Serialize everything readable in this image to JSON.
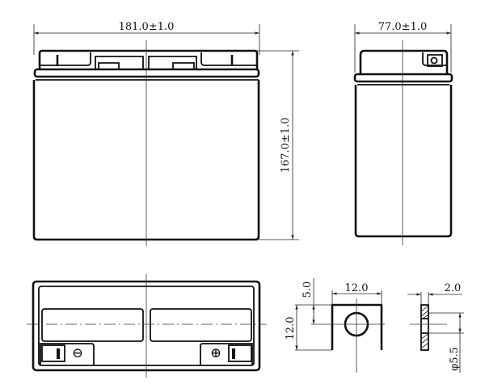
{
  "drawing": {
    "subject": "Battery dimension drawing",
    "views": {
      "front": {
        "width_label": "181.0±1.0",
        "height_label": "167.0±1.0"
      },
      "side": {
        "width_label": "77.0±1.0"
      },
      "top": {
        "negative_symbol": "⊖",
        "positive_symbol": "⊕"
      },
      "terminal_front": {
        "width_label": "12.0",
        "height_label": "12.0",
        "hole_offset_label": "5.0"
      },
      "terminal_side": {
        "thickness_label": "2.0",
        "hole_diameter_label": "φ5.5"
      }
    },
    "colors": {
      "line": "#111111",
      "background": "#ffffff"
    }
  }
}
